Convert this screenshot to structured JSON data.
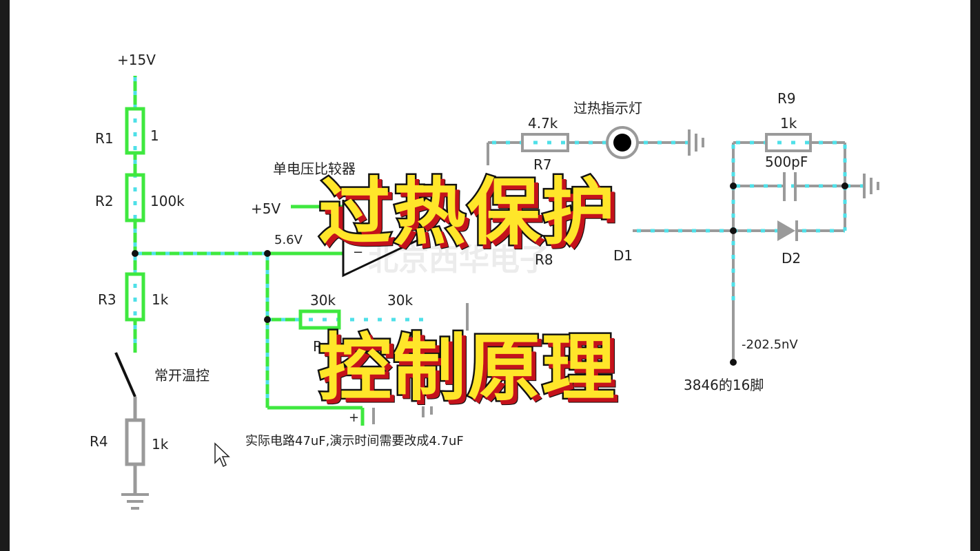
{
  "colors": {
    "active_wire": "#3fe83f",
    "current_dots": "#4fe0e8",
    "idle_wire": "#9a9a9a",
    "title_fill": "#ffe62a",
    "title_shadow": "#c4121b"
  },
  "titles": {
    "line1": "过热保护",
    "line2": "控制原理"
  },
  "watermark": "北京西华电子",
  "labels": {
    "supply_top": "+15V",
    "r1": "R1",
    "r1_val": "1",
    "r2": "R2",
    "r2_val": "100k",
    "r3": "R3",
    "r3_val": "1k",
    "r4": "R4",
    "r4_val": "1k",
    "switch": "常开温控",
    "comparator_title": "单电压比较器",
    "plus5v": "+5V",
    "node_voltage": "5.6V",
    "comp_minus": "−",
    "comp_plus": "+",
    "r30k_a": "30k",
    "r30k_b": "30k",
    "r_partial": "R",
    "note": "实际电路47uF,演示时间需要改成4.7uF",
    "r_indicator_val": "4.7k",
    "r_indicator": "R7",
    "lamp": "过热指示灯",
    "r8": "R8",
    "d1": "D1",
    "r9": "R9",
    "r9_val": "1k",
    "cap": "500pF",
    "d2": "D2",
    "probe_voltage": "-202.5nV",
    "pin": "3846的16脚"
  }
}
